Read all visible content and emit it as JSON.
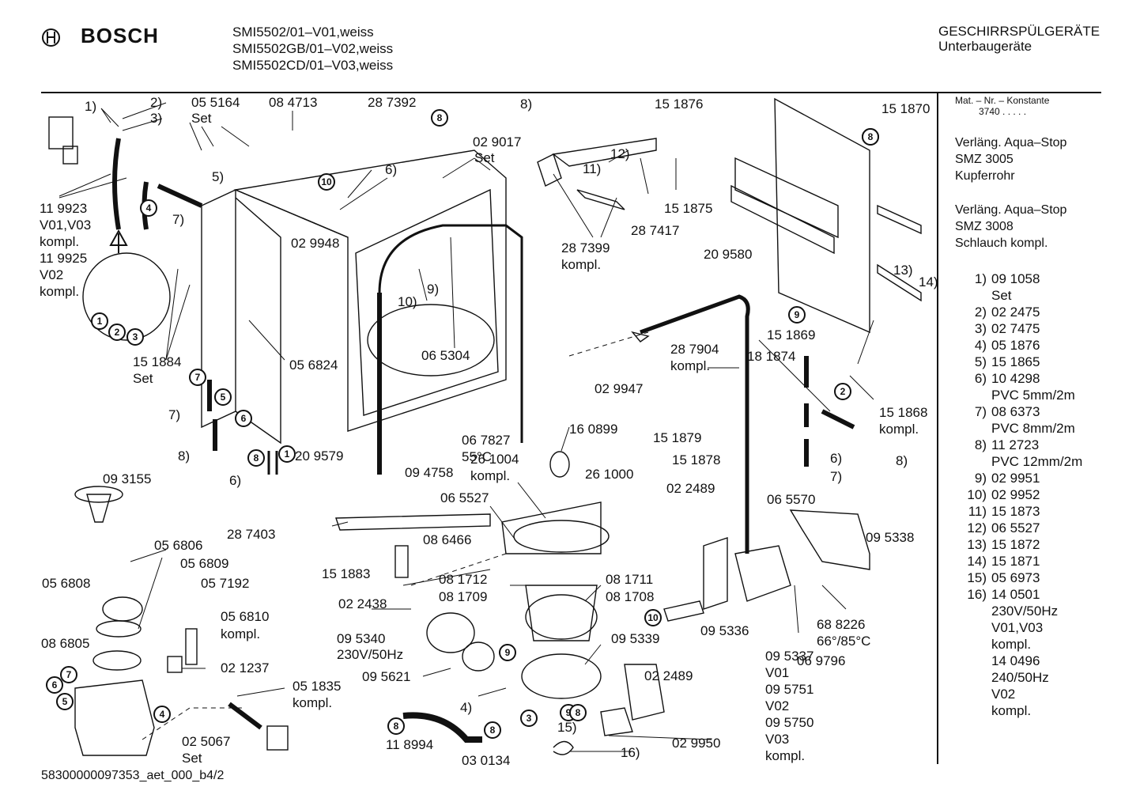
{
  "header": {
    "brand": "BOSCH",
    "models": [
      "SMI5502/01–V01,weiss",
      "SMI5502GB/01–V02,weiss",
      "SMI5502CD/01–V03,weiss"
    ],
    "category": "GESCHIRRSPÜLGERÄTE",
    "subcategory": "Unterbaugeräte"
  },
  "sidebar": {
    "constant_label": "Mat. – Nr. – Konstante",
    "constant_value": "3740  .  .  .  .  .",
    "notes": [
      [
        "Verläng. Aqua–Stop",
        "SMZ 3005",
        "Kupferrohr"
      ],
      [
        "Verläng. Aqua–Stop",
        "SMZ 3008",
        "Schlauch kompl."
      ]
    ],
    "legend": [
      {
        "num": "1)",
        "lines": [
          "09 1058",
          "Set"
        ]
      },
      {
        "num": "2)",
        "lines": [
          "02 2475"
        ]
      },
      {
        "num": "3)",
        "lines": [
          "02 7475"
        ]
      },
      {
        "num": "4)",
        "lines": [
          "05 1876"
        ]
      },
      {
        "num": "5)",
        "lines": [
          "15 1865"
        ]
      },
      {
        "num": "6)",
        "lines": [
          "10 4298",
          "PVC 5mm/2m"
        ]
      },
      {
        "num": "7)",
        "lines": [
          "08 6373",
          "PVC 8mm/2m"
        ]
      },
      {
        "num": "8)",
        "lines": [
          "11 2723",
          "PVC 12mm/2m"
        ]
      },
      {
        "num": "9)",
        "lines": [
          "02 9951"
        ]
      },
      {
        "num": "10)",
        "lines": [
          "02 9952"
        ]
      },
      {
        "num": "11)",
        "lines": [
          "15 1873"
        ]
      },
      {
        "num": "12)",
        "lines": [
          "06 5527"
        ]
      },
      {
        "num": "13)",
        "lines": [
          "15 1872"
        ]
      },
      {
        "num": "14)",
        "lines": [
          "15 1871"
        ]
      },
      {
        "num": "15)",
        "lines": [
          "05 6973"
        ]
      },
      {
        "num": "16)",
        "lines": [
          "14 0501",
          "230V/50Hz",
          "V01,V03",
          "kompl.",
          "14 0496",
          "240/50Hz",
          "V02",
          "kompl."
        ]
      }
    ]
  },
  "footer": {
    "document_id": "58300000097353_aet_000_b4/2"
  },
  "callouts": [
    "1)",
    "2)",
    "3)",
    "05 5164",
    "Set",
    "08 4713",
    "28 7392",
    "8)",
    "15 1876",
    "15 1870",
    "02 9017",
    "Set",
    "5)",
    "6)",
    "11)",
    "12)",
    "11 9923",
    "V01,V03",
    "kompl.",
    "7)",
    "02 9948",
    "15 1875",
    "11 9925",
    "V02",
    "kompl.",
    "9)",
    "10)",
    "28 7399",
    "kompl.",
    "28 7417",
    "20 9580",
    "13)",
    "14)",
    "06 5304",
    "15 1869",
    "28 7904",
    "kompl.",
    "18 1874",
    "15 1884",
    "Set",
    "05 6824",
    "02 9947",
    "15 1868",
    "kompl.",
    "06 7827",
    "55°C",
    "16 0899",
    "7)",
    "15 1879",
    "6)",
    "8)",
    "8)",
    "20 9579",
    "26 1004",
    "kompl.",
    "26 1000",
    "15 1878",
    "6)",
    "09 4758",
    "7)",
    "09 3155",
    "06 5527",
    "02 2489",
    "06 5570",
    "28 7403",
    "08 6466",
    "09 5338",
    "05 6806",
    "05 6809",
    "15 1883",
    "08 1712",
    "08 1711",
    "05 6808",
    "05 7192",
    "08 1709",
    "08 1708",
    "02 2438",
    "05 6810",
    "kompl.",
    "08 6805",
    "09 5340",
    "230V/50Hz",
    "09 5339",
    "09 5336",
    "68 8226",
    "66°/85°C",
    "02 1237",
    "09 5621",
    "06 9796",
    "05 1835",
    "kompl.",
    "02 2489",
    "09 5337",
    "V01",
    "09 5751",
    "V02",
    "02 5067",
    "Set",
    "11 8994",
    "4)",
    "15)",
    "09 5750",
    "V03",
    "02 9950",
    "03 0134",
    "16)",
    "kompl."
  ],
  "circled_markers": [
    "8",
    "10",
    "4",
    "8",
    "1",
    "2",
    "3",
    "9",
    "7",
    "5",
    "6",
    "8",
    "1",
    "2",
    "6",
    "7",
    "5",
    "4",
    "10",
    "8",
    "9",
    "9",
    "8",
    "3",
    "8",
    "8"
  ]
}
